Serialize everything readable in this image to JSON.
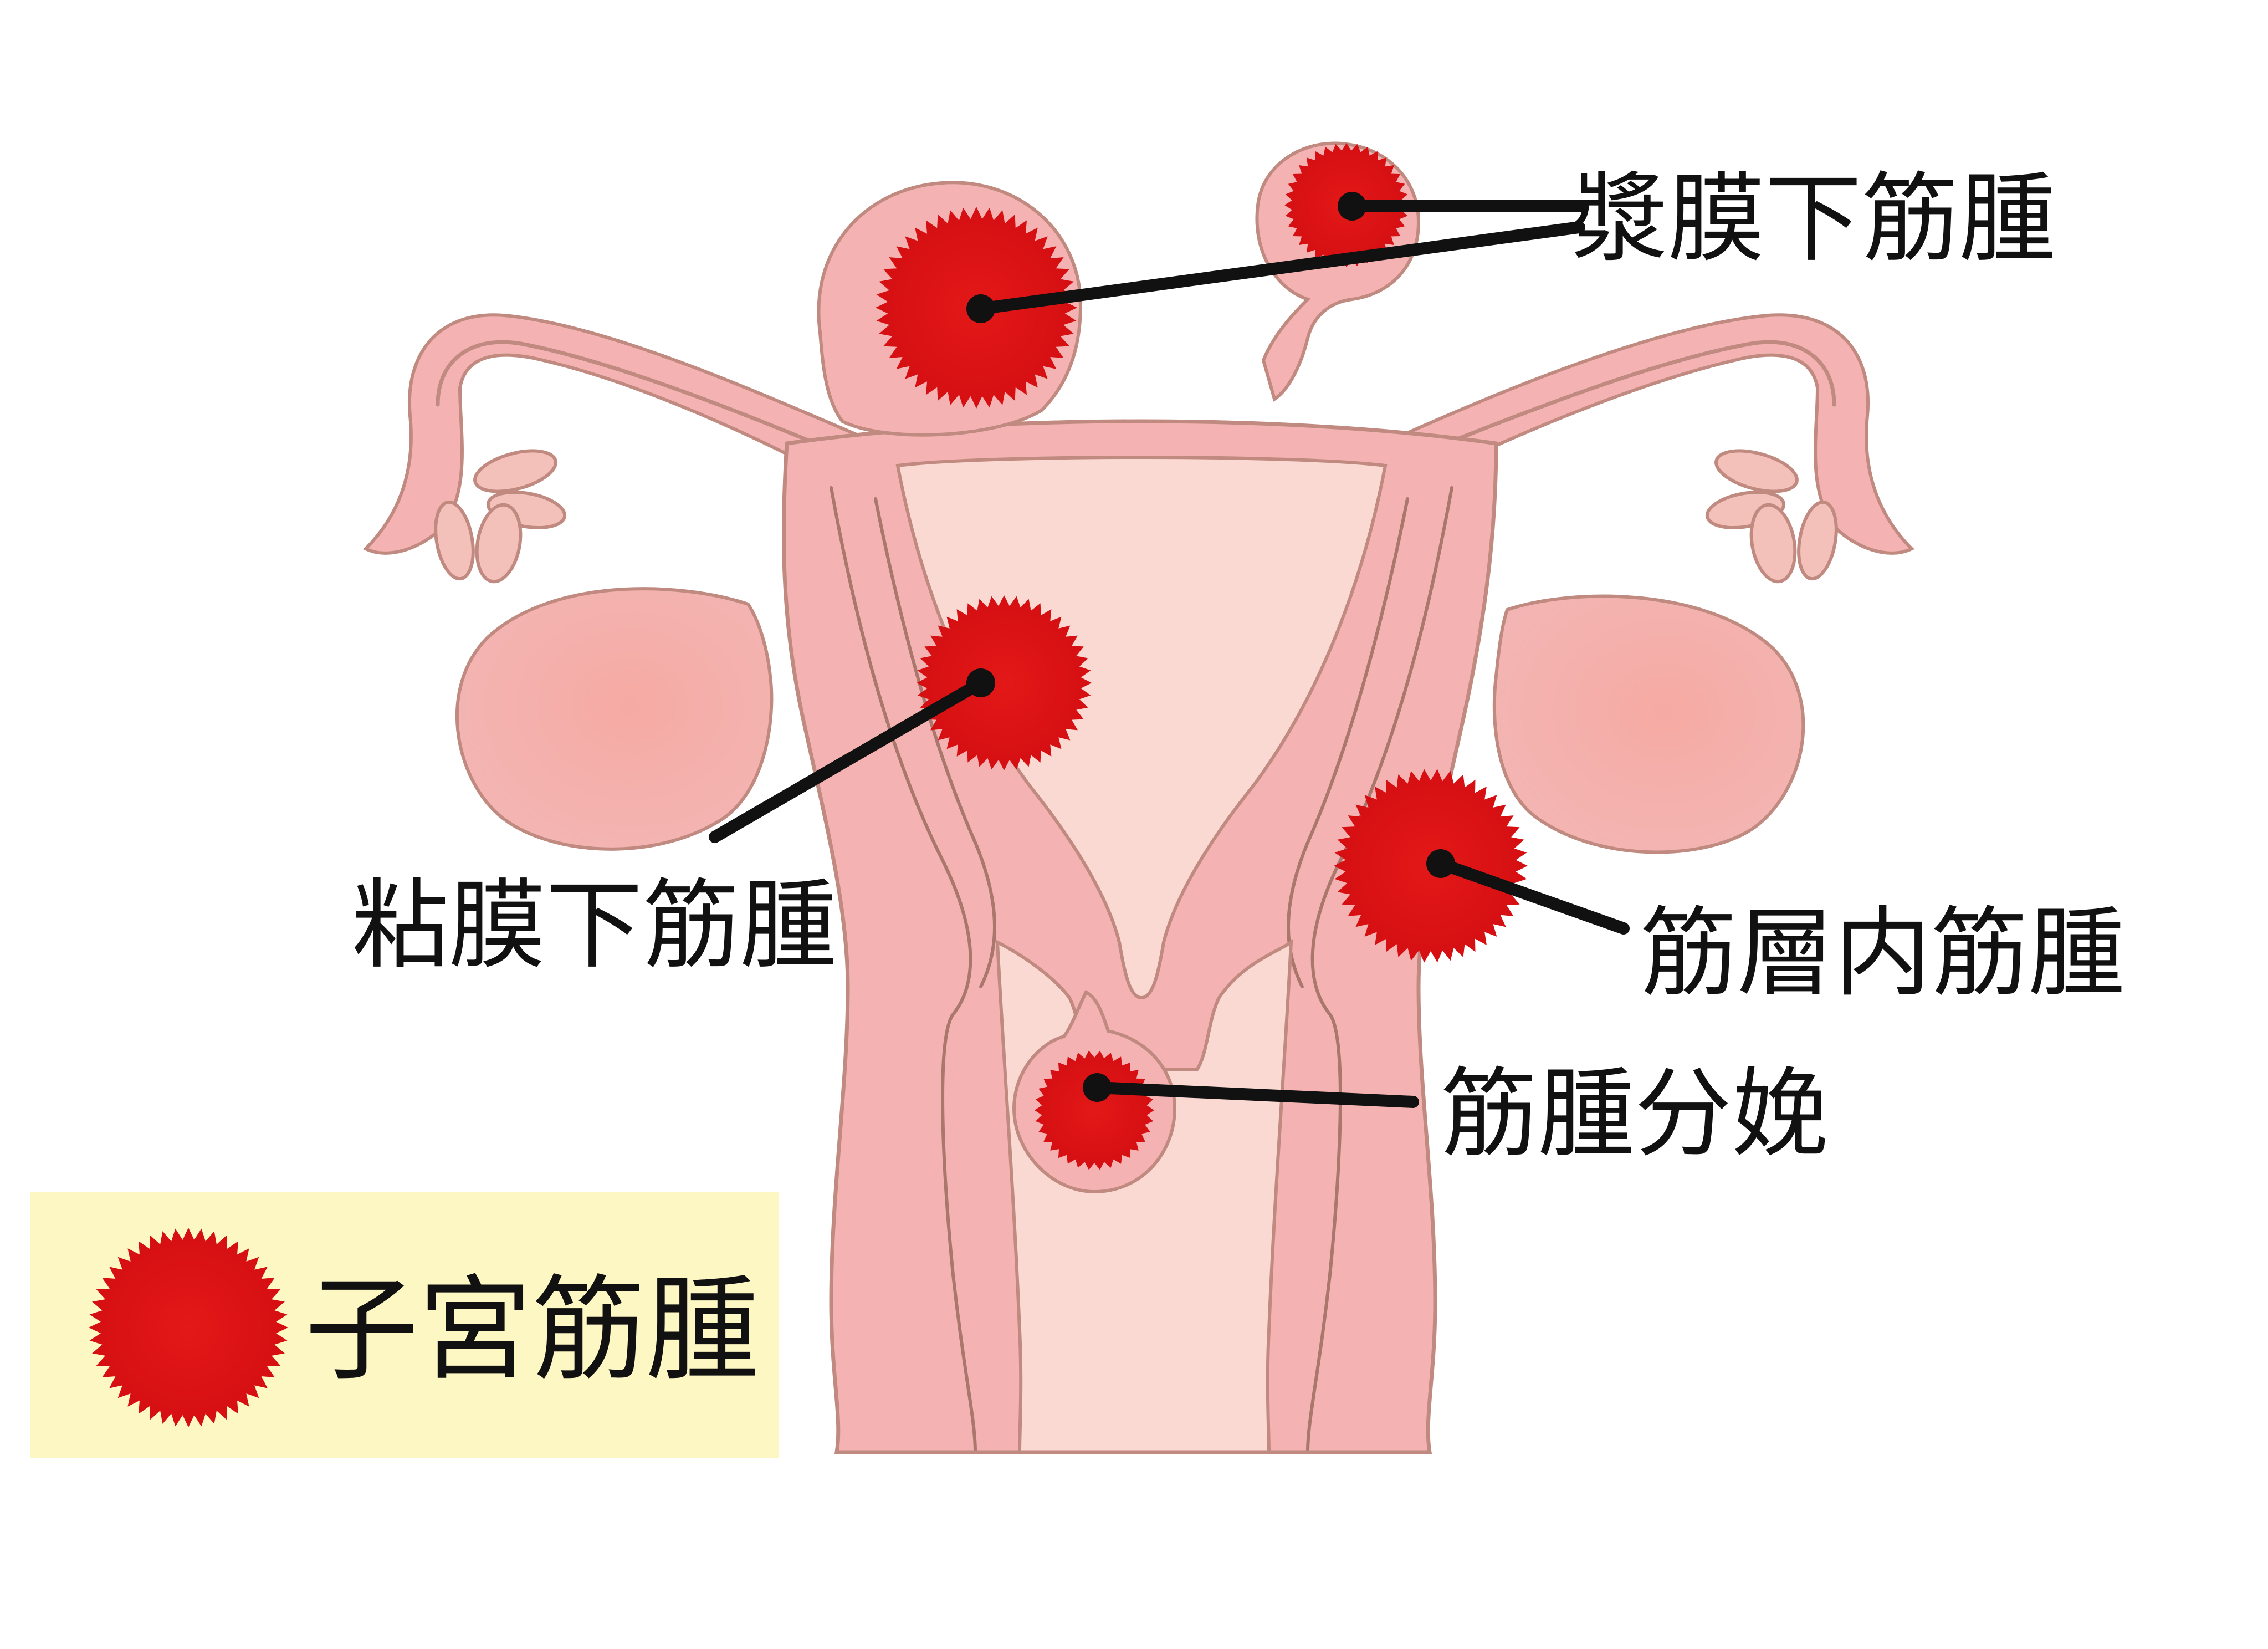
{
  "labels": {
    "subserosal": "漿膜下筋腫",
    "submucosal": "粘膜下筋腫",
    "intramural": "筋層内筋腫",
    "delivered": "筋腫分娩"
  },
  "legend": {
    "label": "子宮筋腫"
  },
  "colors": {
    "fibroid": "#e01515",
    "organ": "#f4b3b2",
    "cavity": "#fbd9d3",
    "legend_bg": "#fdf7c3",
    "text": "#111111"
  }
}
